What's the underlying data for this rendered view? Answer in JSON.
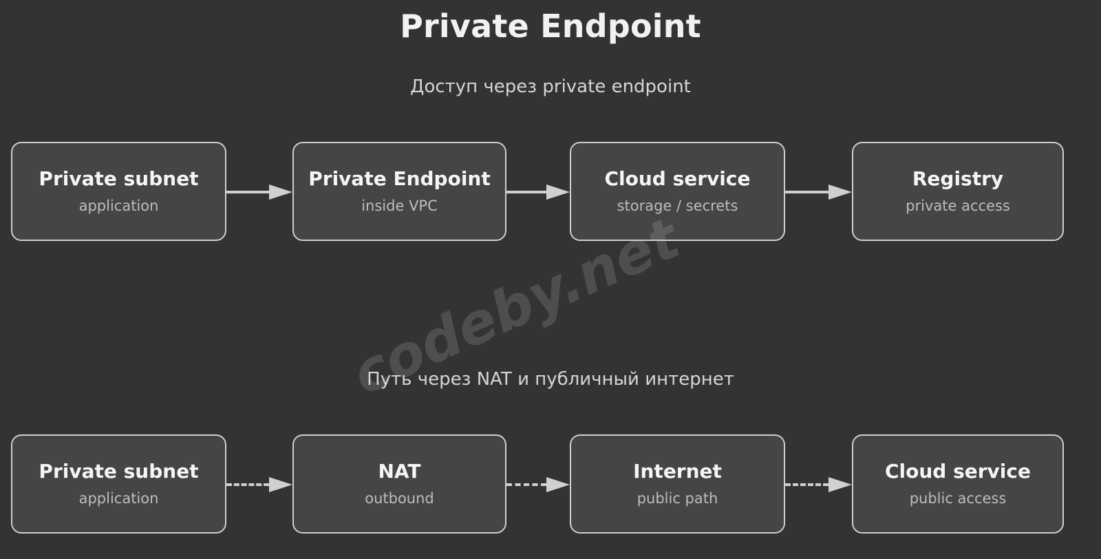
{
  "page": {
    "title": "Private Endpoint",
    "background_color": "#333335",
    "watermark": "codeby.net"
  },
  "sections": [
    {
      "heading": "Доступ через private endpoint",
      "connector_style": "solid",
      "nodes": [
        {
          "title": "Private subnet",
          "subtitle": "application"
        },
        {
          "title": "Private Endpoint",
          "subtitle": "inside VPC"
        },
        {
          "title": "Cloud service",
          "subtitle": "storage / secrets"
        },
        {
          "title": "Registry",
          "subtitle": "private access"
        }
      ]
    },
    {
      "heading": "Путь через NAT и публичный интернет",
      "connector_style": "dashed",
      "nodes": [
        {
          "title": "Private subnet",
          "subtitle": "application"
        },
        {
          "title": "NAT",
          "subtitle": "outbound"
        },
        {
          "title": "Internet",
          "subtitle": "public path"
        },
        {
          "title": "Cloud service",
          "subtitle": "public access"
        }
      ]
    }
  ],
  "colors": {
    "box_fill": "#454547",
    "box_border": "#cfcfcf",
    "title_text": "#f5f5f5",
    "subtitle_text": "#bdbdbd",
    "connector": "#d0d0d0"
  }
}
